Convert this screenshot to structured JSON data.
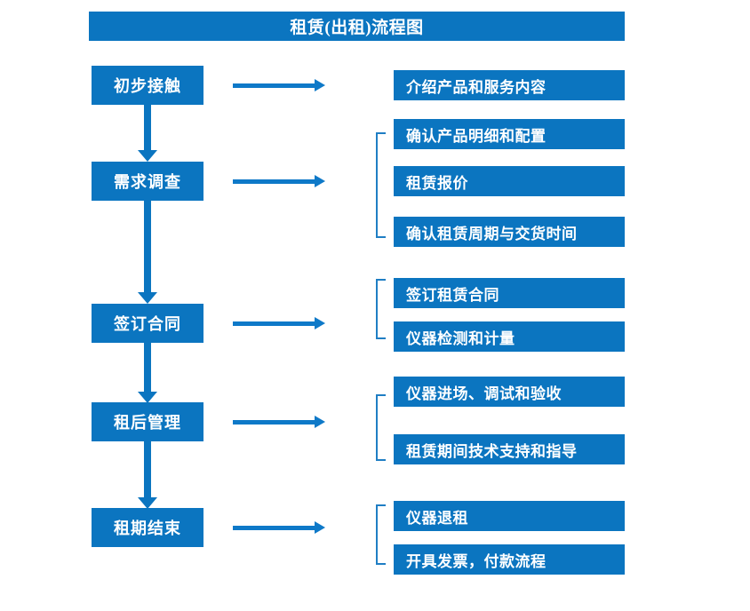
{
  "title": "租赁(出租)流程图",
  "colors": {
    "box_blue": "#0b75c0",
    "arrow_blue": "#0e79c8",
    "bracket_blue": "#1f7ec4",
    "text_white": "#ffffff",
    "background": "#ffffff"
  },
  "stages": [
    {
      "id": "initial-contact",
      "label": "初步接触",
      "details": [
        "介绍产品和服务内容"
      ],
      "has_bracket": false
    },
    {
      "id": "needs-survey",
      "label": "需求调查",
      "details": [
        "确认产品明细和配置",
        "租赁报价",
        "确认租赁周期与交货时间"
      ],
      "has_bracket": true
    },
    {
      "id": "sign-contract",
      "label": "签订合同",
      "details": [
        "签订租赁合同",
        "仪器检测和计量"
      ],
      "has_bracket": true
    },
    {
      "id": "post-rental-management",
      "label": "租后管理",
      "details": [
        "仪器进场、调试和验收",
        "租赁期间技术支持和指导"
      ],
      "has_bracket": true
    },
    {
      "id": "rental-end",
      "label": "租期结束",
      "details": [
        "仪器退租",
        "开具发票，付款流程"
      ],
      "has_bracket": true
    }
  ],
  "flow_arrows": {
    "vertical_count": 4,
    "horizontal_count": 5,
    "direction": "top-to-bottom"
  }
}
